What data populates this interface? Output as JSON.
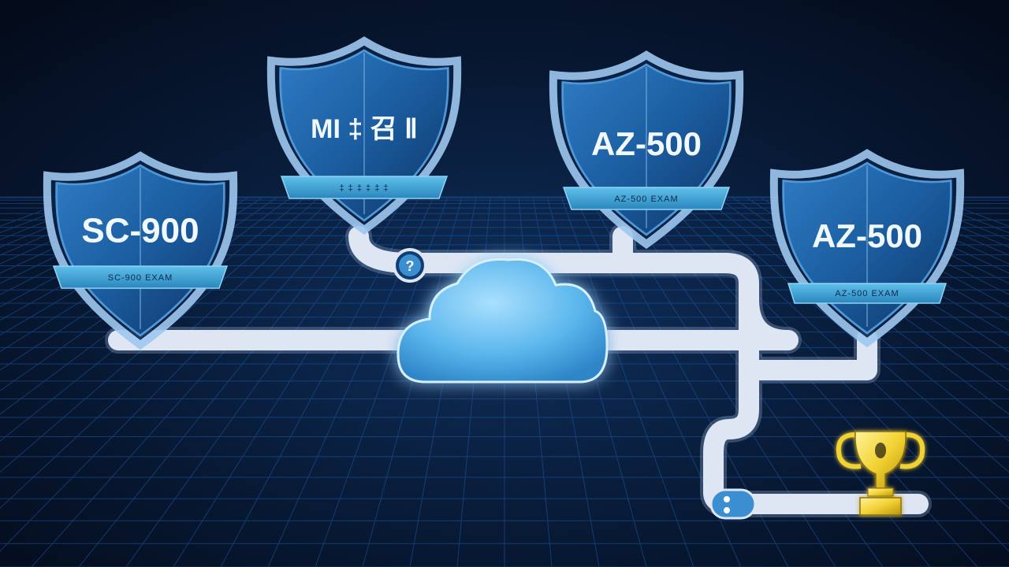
{
  "shields": [
    {
      "id": "sc900",
      "title": "SC-900",
      "ribbon": "SC-900 EXAM"
    },
    {
      "id": "ms",
      "title": "MI ‡ 召 Ⅱ",
      "ribbon": "‡ ‡ ‡ ‡ ‡ ‡"
    },
    {
      "id": "az500-a",
      "title": "AZ-500",
      "ribbon": "AZ-500 EXAM"
    },
    {
      "id": "az500-b",
      "title": "AZ-500",
      "ribbon": "AZ-500 EXAM"
    }
  ],
  "waypoints": [
    {
      "id": "upper-node",
      "glyph": "?"
    },
    {
      "id": "lower-node",
      "glyph": "●"
    }
  ],
  "colors": {
    "background": "#061327",
    "grid": "#1c5aa6",
    "path": "#dfe6f3",
    "shield_fill": "#1b5da0",
    "shield_border": "#9ec7ef",
    "ribbon": "#3ea0d4",
    "cloud": "#58b6ee",
    "trophy": "#f2d233"
  },
  "icons": [
    "shield-icon",
    "cloud-icon",
    "trophy-icon",
    "waypoint-icon"
  ]
}
